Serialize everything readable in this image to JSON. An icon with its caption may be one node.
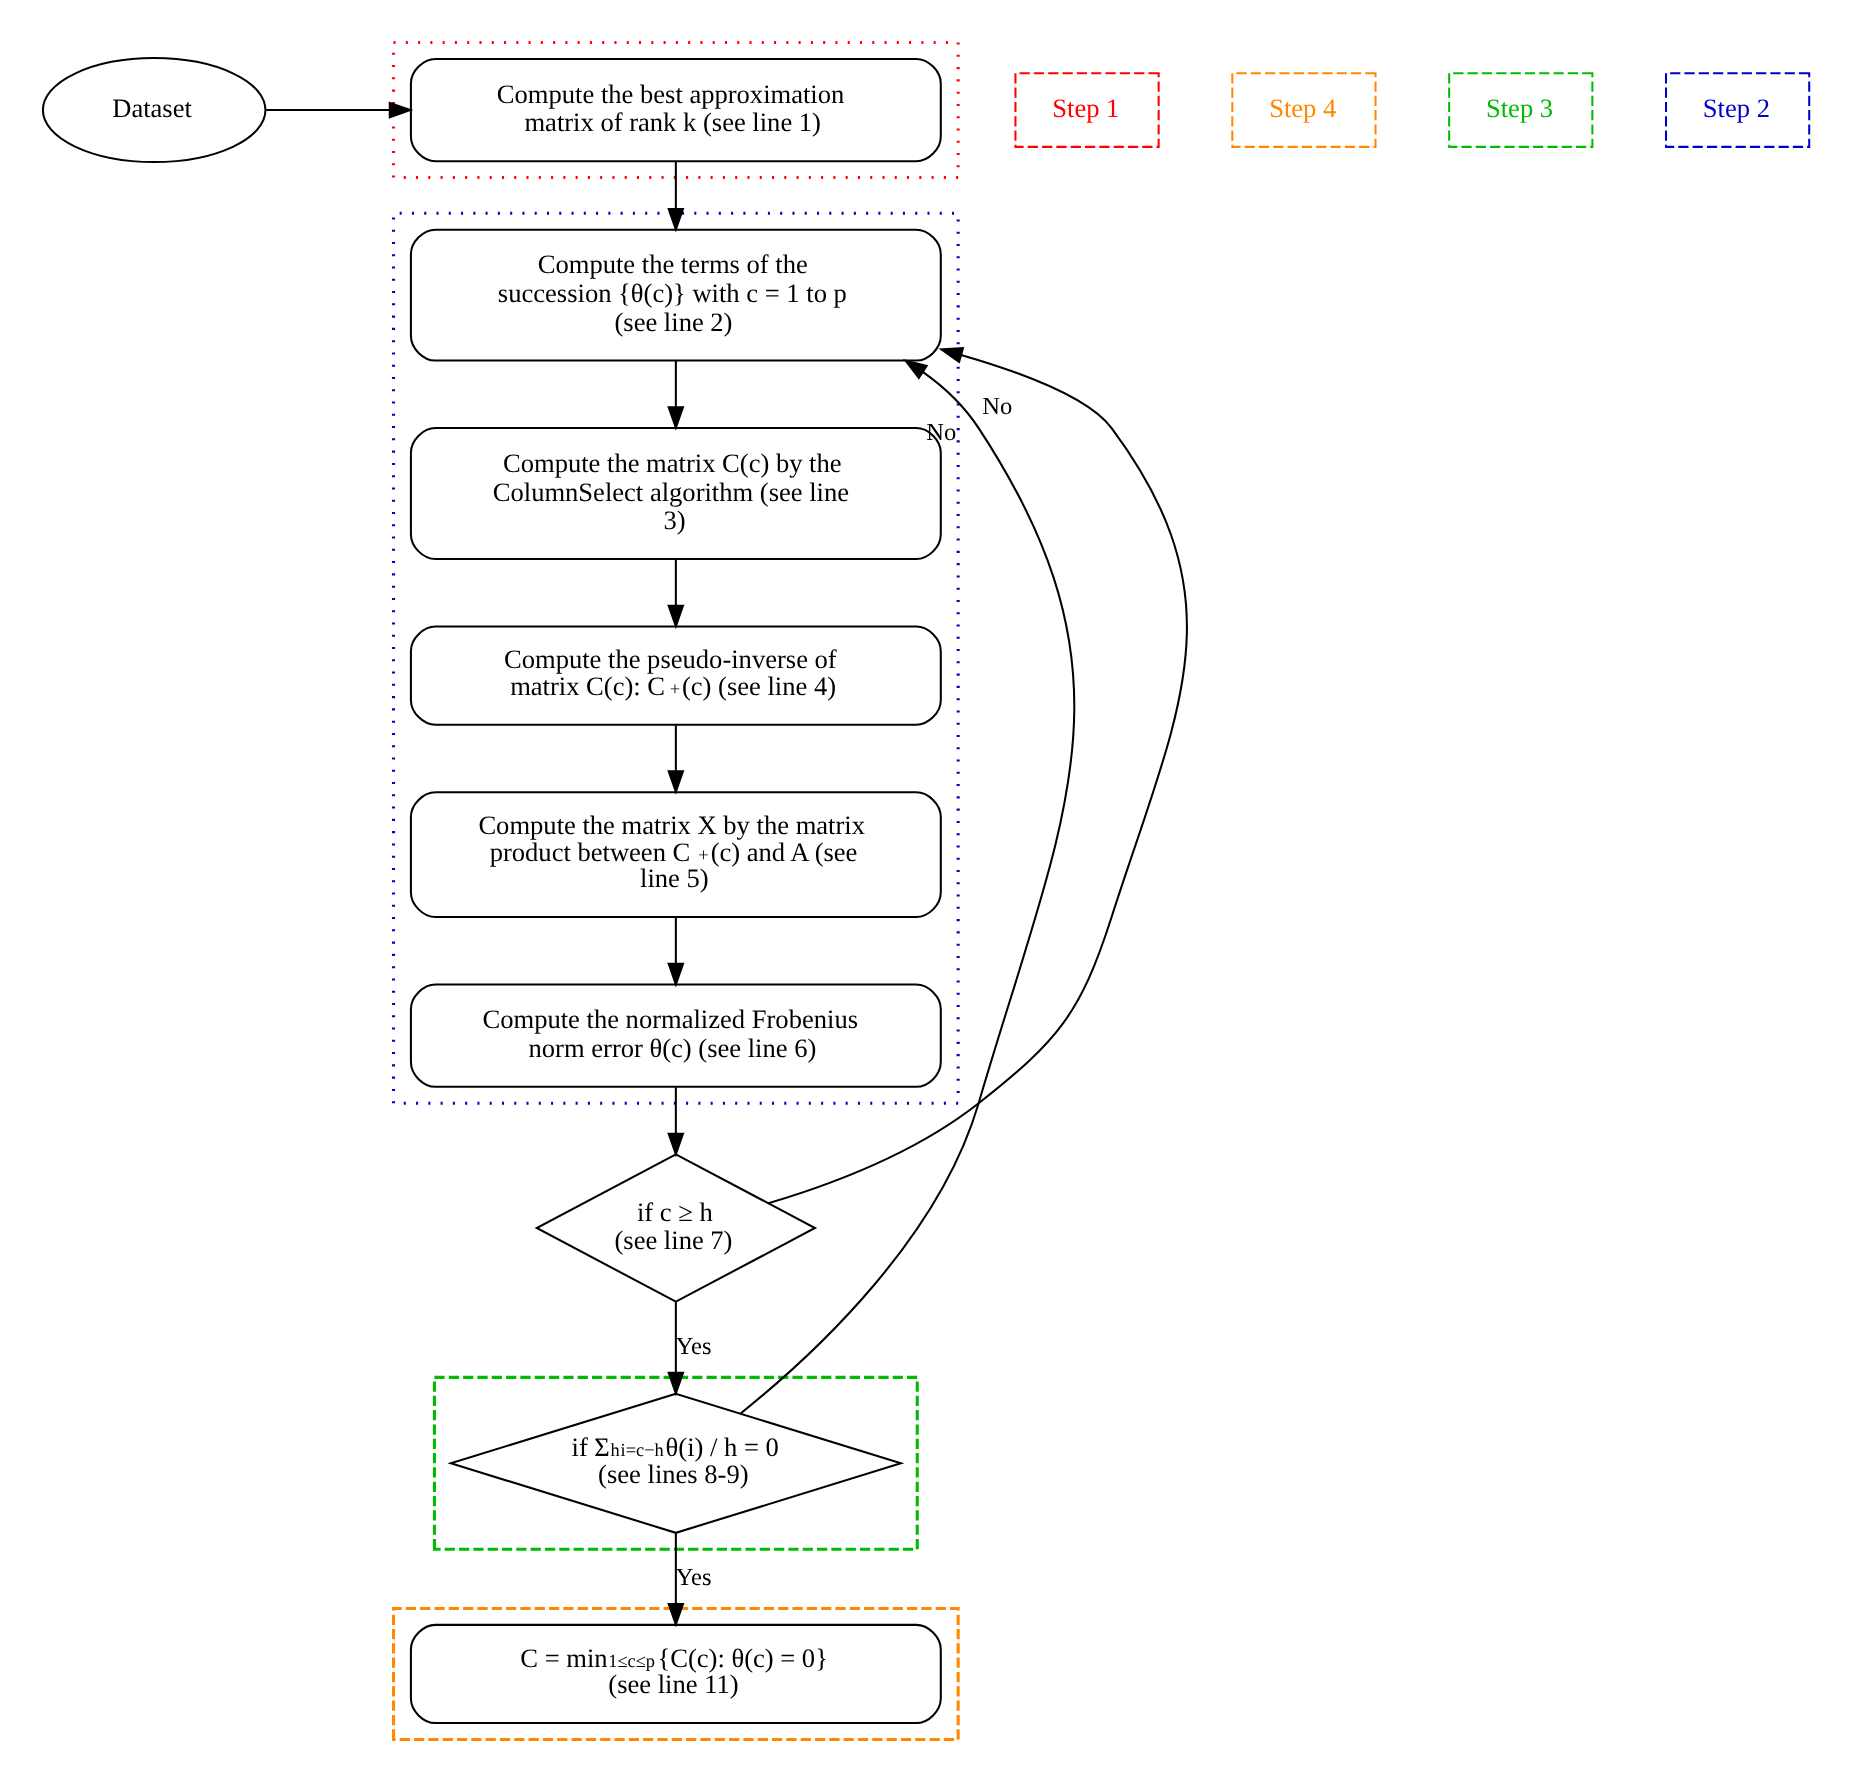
{
  "diagram": {
    "nodes": [
      {
        "text": [
          "Dataset"
        ]
      },
      {
        "text": [],
        "shape": "box"
      },
      {
        "text": [
          "Compute the best approximation matrix of rank k (see line 1)"
        ],
        "in": 1
      },
      {
        "text": [
          "Step 1"
        ]
      },
      {
        "text": [],
        "shape": "box"
      },
      {
        "text": [
          "Compute the terms of the succession {θ(c)} with c = 1 to p (see line 2)"
        ],
        "in": 4
      },
      {
        "text": [
          "Compute the matrix C(c) by the ColumnSelect algorithm (see line 3)"
        ],
        "in": 4
      },
      {
        "text": [
          "Compute the pseudo-inverse of matrix C(c): C$^{+}$(c) (see line 4)"
        ],
        "in": 4
      },
      {
        "text": [
          "Compute the matrix X by the matrix product between C$^{+}$(c) and A (see line 5)"
        ],
        "in": 4
      },
      {
        "text": [
          "Compute the normalized Frobenius norm error θ(c) (see line 6)"
        ],
        "in": 4
      },
      {
        "text": [],
        "shape": "box"
      },
      {
        "text": [
          "C = min$_{1≤c≤p}${C(c): θ(c) = 0}",
          "(see line 11)"
        ],
        "in": 10
      },
      {
        "text": [
          "Step 4"
        ]
      },
      {
        "text": [],
        "shape": "box"
      },
      {
        "text": [
          "if Σ$^{h}$$_{i=c−h}$θ(i) / h = 0",
          "(see lines 8-9)"
        ],
        "in": 13
      },
      {
        "text": [
          "Step 3"
        ]
      },
      {
        "text": [
          "Step 2"
        ]
      },
      {
        "text": [
          "if c ≥ h",
          "(see line 7)"
        ]
      }
    ],
    "edges": [
      {
        "from": 0,
        "to": 2,
        "arrow": "to"
      },
      {
        "from": 2,
        "to": 5,
        "arrow": "to"
      },
      {
        "from": 5,
        "to": 6,
        "arrow": "to"
      },
      {
        "from": 6,
        "to": 7,
        "arrow": "to"
      },
      {
        "from": 7,
        "to": 8,
        "arrow": "to"
      },
      {
        "from": 8,
        "to": 9,
        "arrow": "to"
      },
      {
        "from": 9,
        "to": 17,
        "arrow": "to"
      },
      {
        "from": 17,
        "to": 14,
        "arrow": "to",
        "label": "Yes"
      },
      {
        "from": 14,
        "to": 11,
        "arrow": "to",
        "label": "Yes"
      },
      {
        "from": 14,
        "to": 5,
        "arrow": "to",
        "label": "No"
      },
      {
        "from": 17,
        "to": 5,
        "arrow": "to",
        "label": "No"
      }
    ]
  }
}
